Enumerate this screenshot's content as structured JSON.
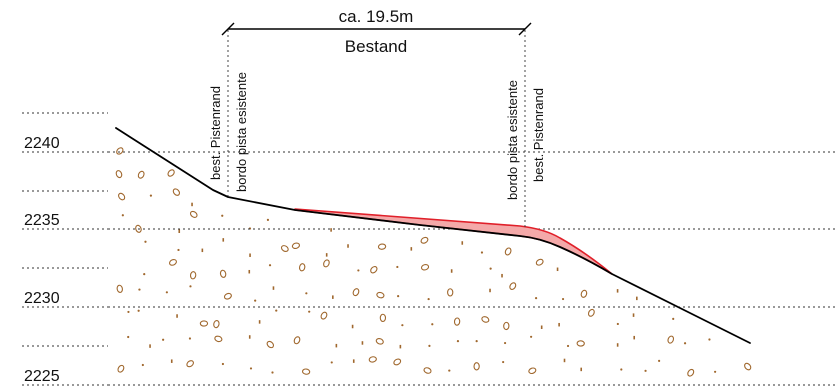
{
  "elevations": [
    {
      "label": "2240",
      "value": 2240
    },
    {
      "label": "2235",
      "value": 2235
    },
    {
      "label": "2230",
      "value": 2230
    },
    {
      "label": "2225",
      "value": 2225
    }
  ],
  "dimension": {
    "text": "ca. 19.5m",
    "subtitle": "Bestand"
  },
  "left_edge_labels": {
    "de": "best. Pistenrand",
    "it": "bordo pista esistente"
  },
  "right_edge_labels": {
    "it": "bordo pista esistente",
    "de": "best. Pistenrand"
  },
  "colors": {
    "terrain_line": "#000000",
    "fill_area": "#f4a9a9",
    "fill_outline": "#e0202a",
    "soil_dots": "#a0682e",
    "grid": "#333333"
  }
}
